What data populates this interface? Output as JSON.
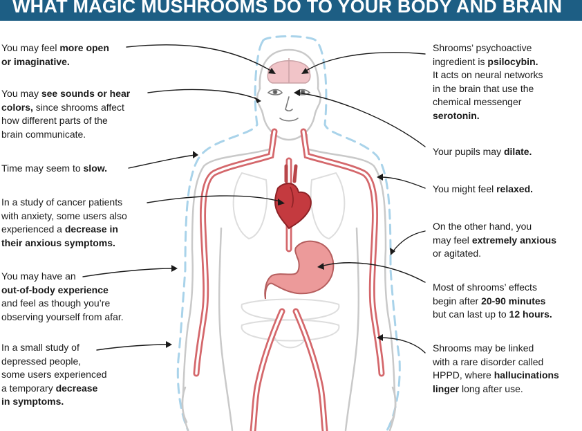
{
  "header": {
    "title": "WHAT MAGIC MUSHROOMS DO TO YOUR BODY AND BRAIN"
  },
  "colors": {
    "banner": "#1d5e84",
    "aura": "#a9d3ea",
    "body_outline": "#c9c9c9",
    "vessel": "#d4676b",
    "heart": "#c43a3f",
    "brain": "#f1c4c8",
    "stomach": "#ec9a9a",
    "text": "#1a1a1a"
  },
  "annotations": {
    "left": [
      {
        "id": "open-mind",
        "lines": [
          [
            {
              "t": "You may feel "
            },
            {
              "t": "more open",
              "b": true
            }
          ],
          [
            {
              "t": "or imaginative.",
              "b": true
            }
          ]
        ]
      },
      {
        "id": "synesthesia",
        "lines": [
          [
            {
              "t": "You may "
            },
            {
              "t": "see sounds or hear",
              "b": true
            }
          ],
          [
            {
              "t": "colors,",
              "b": true
            },
            {
              "t": " since shrooms affect"
            }
          ],
          [
            {
              "t": "how different parts of the"
            }
          ],
          [
            {
              "t": "brain communicate."
            }
          ]
        ]
      },
      {
        "id": "time-slow",
        "lines": [
          [
            {
              "t": "Time may seem to "
            },
            {
              "t": "slow.",
              "b": true
            }
          ]
        ]
      },
      {
        "id": "cancer-study",
        "lines": [
          [
            {
              "t": "In a study of cancer patients"
            }
          ],
          [
            {
              "t": "with anxiety, some users also"
            }
          ],
          [
            {
              "t": "experienced a "
            },
            {
              "t": "decrease in",
              "b": true
            }
          ],
          [
            {
              "t": "their anxious symptoms.",
              "b": true
            }
          ]
        ]
      },
      {
        "id": "out-of-body",
        "lines": [
          [
            {
              "t": "You may have an"
            }
          ],
          [
            {
              "t": "out-of-body experience",
              "b": true
            }
          ],
          [
            {
              "t": "and feel as though you’re"
            }
          ],
          [
            {
              "t": "observing yourself from afar."
            }
          ]
        ]
      },
      {
        "id": "depression-study",
        "lines": [
          [
            {
              "t": "In a small study of"
            }
          ],
          [
            {
              "t": "depressed people,"
            }
          ],
          [
            {
              "t": "some users experienced"
            }
          ],
          [
            {
              "t": "a temporary "
            },
            {
              "t": "decrease",
              "b": true
            }
          ],
          [
            {
              "t": "in symptoms.",
              "b": true
            }
          ]
        ]
      }
    ],
    "right": [
      {
        "id": "psilocybin",
        "lines": [
          [
            {
              "t": "Shrooms’ psychoactive"
            }
          ],
          [
            {
              "t": "ingredient is "
            },
            {
              "t": "psilocybin.",
              "b": true
            }
          ],
          [
            {
              "t": "It acts on neural networks"
            }
          ],
          [
            {
              "t": "in the brain that use the"
            }
          ],
          [
            {
              "t": "chemical messenger"
            }
          ],
          [
            {
              "t": "serotonin.",
              "b": true
            }
          ]
        ]
      },
      {
        "id": "pupils",
        "lines": [
          [
            {
              "t": "Your pupils may "
            },
            {
              "t": "dilate.",
              "b": true
            }
          ]
        ]
      },
      {
        "id": "relaxed",
        "lines": [
          [
            {
              "t": "You might feel "
            },
            {
              "t": "relaxed.",
              "b": true
            }
          ]
        ]
      },
      {
        "id": "anxious",
        "lines": [
          [
            {
              "t": "On the other hand, you"
            }
          ],
          [
            {
              "t": "may feel "
            },
            {
              "t": "extremely anxious",
              "b": true
            }
          ],
          [
            {
              "t": "or agitated."
            }
          ]
        ]
      },
      {
        "id": "timing",
        "lines": [
          [
            {
              "t": "Most of shrooms’ effects"
            }
          ],
          [
            {
              "t": "begin after "
            },
            {
              "t": "20-90 minutes",
              "b": true
            }
          ],
          [
            {
              "t": "but can last up to "
            },
            {
              "t": "12 hours.",
              "b": true
            }
          ]
        ]
      },
      {
        "id": "hppd",
        "lines": [
          [
            {
              "t": "Shrooms may be linked"
            }
          ],
          [
            {
              "t": "with a rare disorder called"
            }
          ],
          [
            {
              "t": "HPPD, where "
            },
            {
              "t": "hallucinations",
              "b": true
            }
          ],
          [
            {
              "t": "linger",
              "b": true
            },
            {
              "t": " long after use."
            }
          ]
        ]
      }
    ]
  }
}
